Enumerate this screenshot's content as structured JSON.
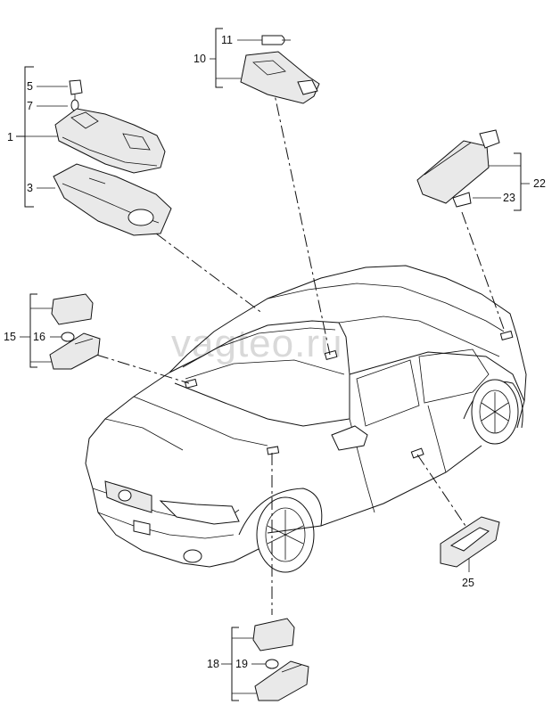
{
  "watermark": "vagteo.ru",
  "labels": {
    "l1": "1",
    "l3": "3",
    "l5": "5",
    "l7": "7",
    "l10": "10",
    "l11": "11",
    "l15": "15",
    "l16": "16",
    "l18": "18",
    "l19": "19",
    "l22": "22",
    "l23": "23",
    "l25": "25"
  }
}
